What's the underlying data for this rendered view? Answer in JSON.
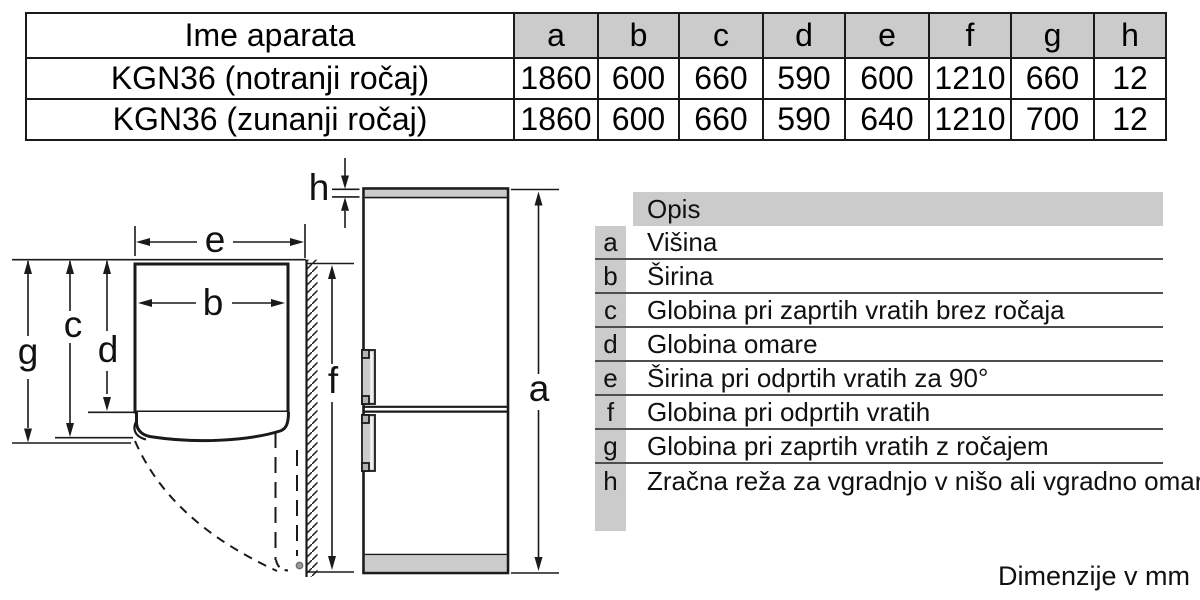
{
  "spec_table": {
    "name_header": "Ime aparata",
    "dim_headers": [
      "a",
      "b",
      "c",
      "d",
      "e",
      "f",
      "g",
      "h"
    ],
    "rows": [
      {
        "name": "KGN36 (notranji ročaj)",
        "values": [
          "1860",
          "600",
          "660",
          "590",
          "600",
          "1210",
          "660",
          "12"
        ]
      },
      {
        "name": "KGN36 (zunanji ročaj)",
        "values": [
          "1860",
          "600",
          "660",
          "590",
          "640",
          "1210",
          "700",
          "12"
        ]
      }
    ]
  },
  "legend": {
    "header": "Opis",
    "rows": [
      {
        "key": "a",
        "text": "Višina"
      },
      {
        "key": "b",
        "text": "Širina"
      },
      {
        "key": "c",
        "text": "Globina pri zaprtih vratih brez ročaja"
      },
      {
        "key": "d",
        "text": "Globina omare"
      },
      {
        "key": "e",
        "text": "Širina pri odprtih vratih za 90°"
      },
      {
        "key": "f",
        "text": "Globina pri odprtih vratih"
      },
      {
        "key": "g",
        "text": "Globina pri zaprtih vratih z ročajem"
      },
      {
        "key": "h",
        "text": "Zračna reža za vgradnjo v nišo ali vgradno omaro"
      }
    ]
  },
  "diagram": {
    "labels": {
      "a": "a",
      "b": "b",
      "c": "c",
      "d": "d",
      "e": "e",
      "f": "f",
      "g": "g",
      "h": "h"
    }
  },
  "footer": {
    "units_note": "Dimenzije v mm"
  },
  "colors": {
    "line": "#1a1a1a",
    "fill_gray": "#cbcbcb",
    "divider": "#4d4d4d"
  }
}
